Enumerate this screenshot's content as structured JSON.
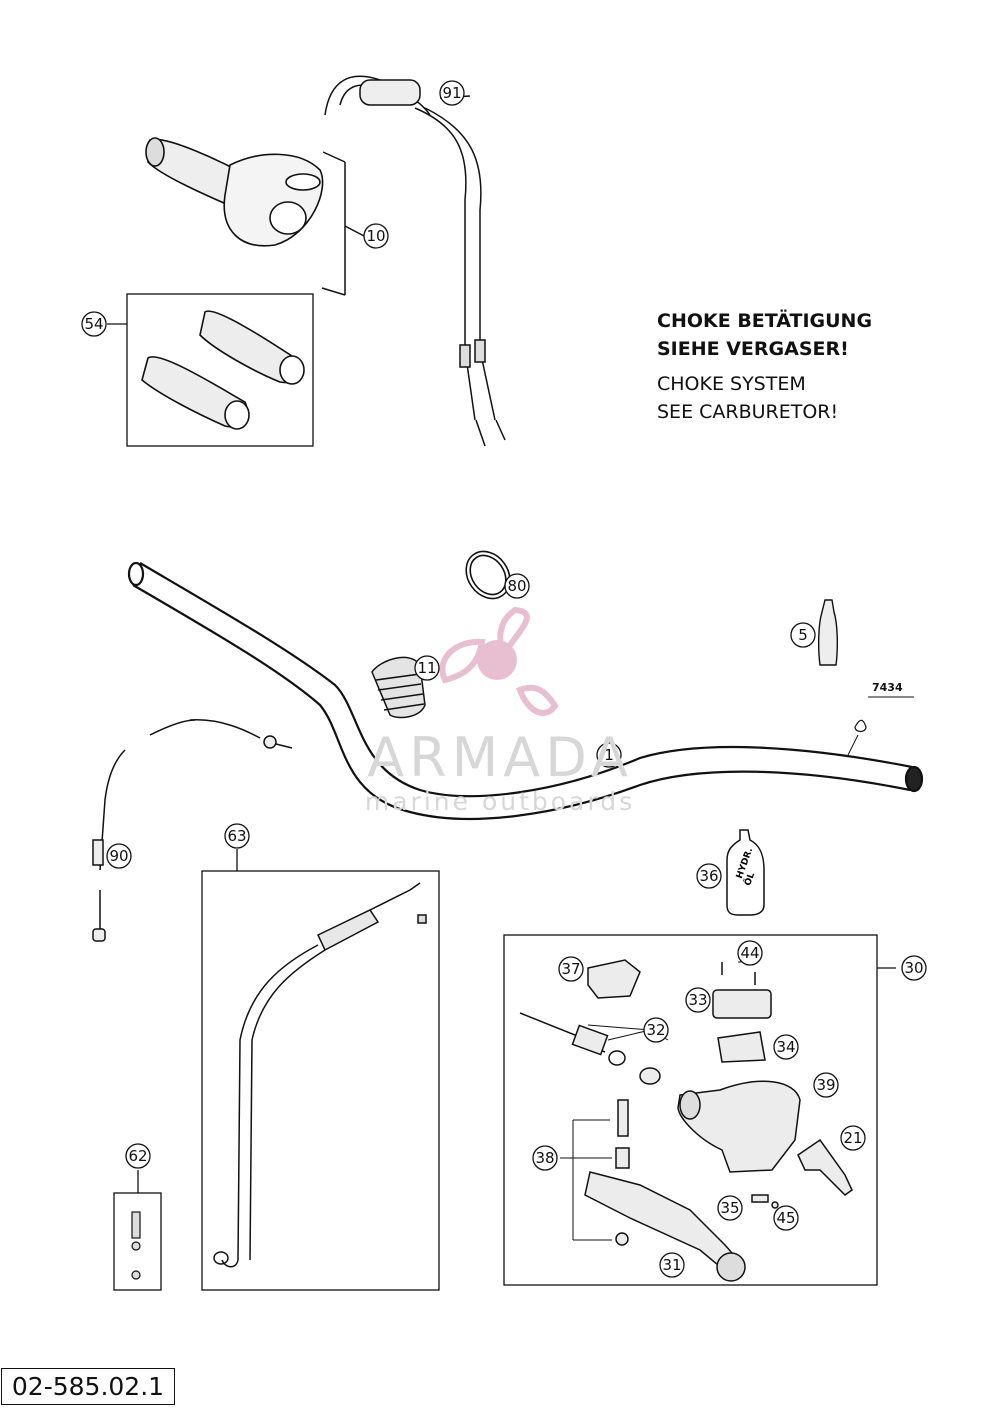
{
  "notes": {
    "de_line1": "CHOKE BETÄTIGUNG",
    "de_line2": "SIEHE VERGASER!",
    "en_line1": "CHOKE SYSTEM",
    "en_line2": "SEE CARBURETOR!"
  },
  "reference": "02-585.02.1",
  "watermark": {
    "brand": "ARMADA",
    "tagline": "marine outboards",
    "accent": "#e6b8cc"
  },
  "part_numbers": {
    "p1": "1",
    "p5": "5",
    "p10": "10",
    "p11": "11",
    "p21": "21",
    "p30": "30",
    "p31": "31",
    "p32": "32",
    "p33": "33",
    "p34": "34",
    "p35": "35",
    "p36": "36",
    "p37": "37",
    "p38": "38",
    "p39": "39",
    "p44": "44",
    "p45": "45",
    "p54": "54",
    "p62": "62",
    "p63": "63",
    "p80": "80",
    "p90": "90",
    "p91": "91",
    "code7434": "7434"
  },
  "bottle_texts": {
    "oil1": "HYDR.",
    "oil2": "ÖL"
  }
}
